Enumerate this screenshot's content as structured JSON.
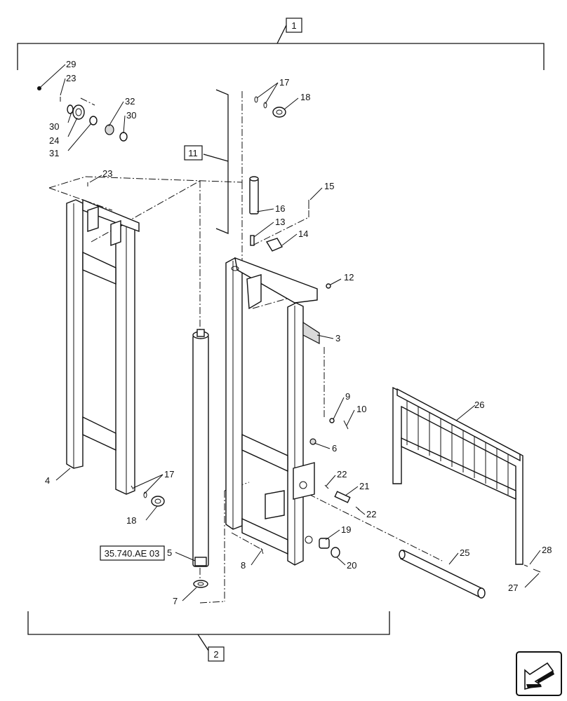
{
  "callouts": {
    "c1": "1",
    "c2": "2",
    "c3": "3",
    "c4": "4",
    "c5": "5",
    "c6": "6",
    "c7": "7",
    "c8": "8",
    "c9": "9",
    "c10": "10",
    "c11": "11",
    "c12": "12",
    "c13": "13",
    "c14": "14",
    "c15": "15",
    "c16": "16",
    "c17a": "17",
    "c17b": "17",
    "c18a": "18",
    "c18b": "18",
    "c19": "19",
    "c20": "20",
    "c21": "21",
    "c22a": "22",
    "c22b": "22",
    "c23a": "23",
    "c23b": "23",
    "c24": "24",
    "c25": "25",
    "c26": "26",
    "c27": "27",
    "c28": "28",
    "c29": "29",
    "c30a": "30",
    "c30b": "30",
    "c31": "31",
    "c32": "32"
  },
  "reference": "35.740.AE 03",
  "nav_icon": "back-arrow-icon"
}
